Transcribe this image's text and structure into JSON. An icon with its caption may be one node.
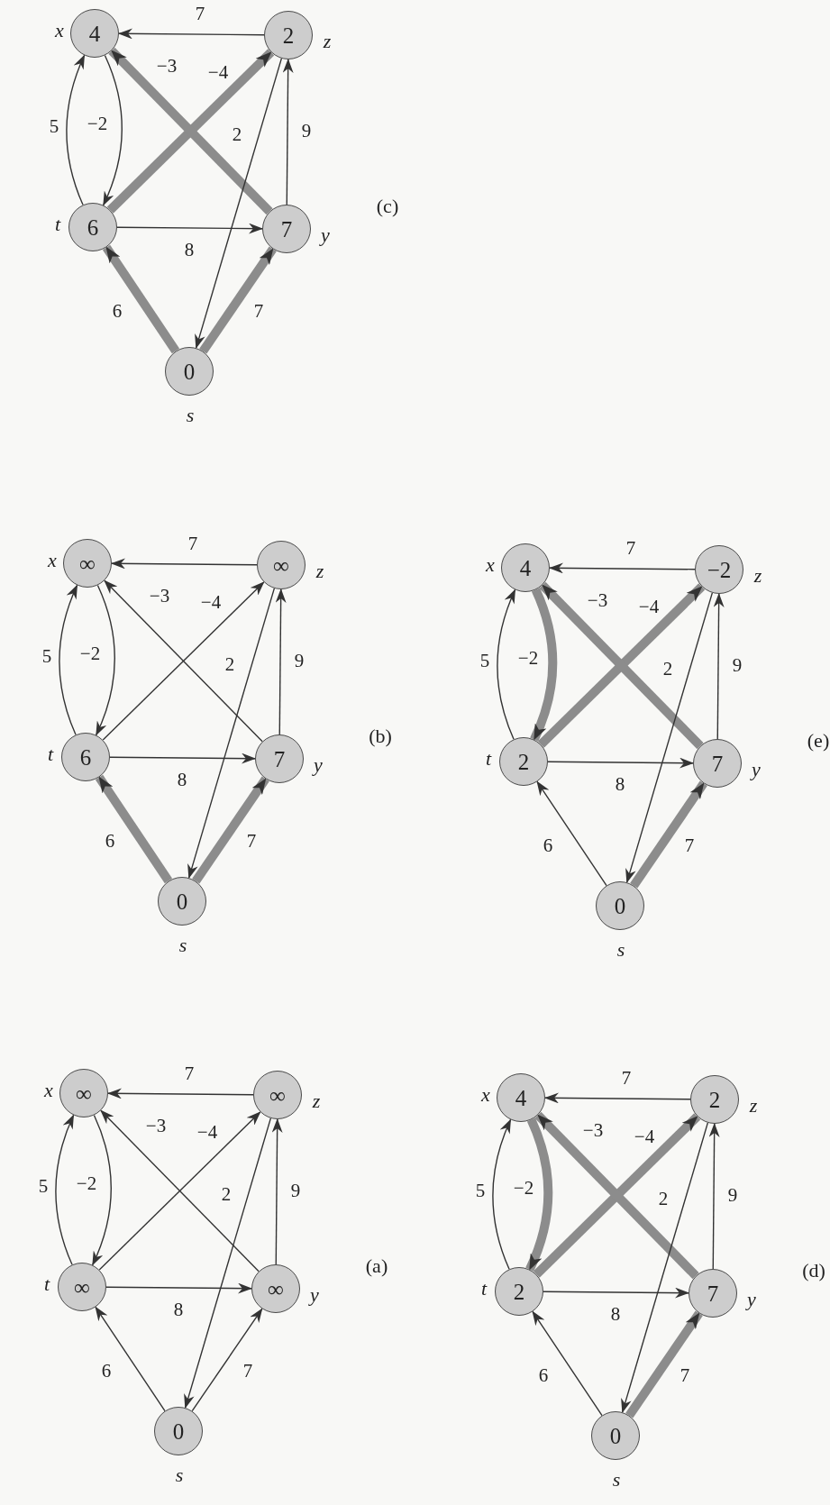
{
  "diagram": {
    "nodes": [
      {
        "text": [
          "0"
        ],
        "beside": [
          "s"
        ]
      },
      {
        "text": [
          "∞"
        ],
        "beside": [
          "t"
        ]
      },
      {
        "text": [
          "∞"
        ],
        "beside": [
          "x"
        ]
      },
      {
        "text": [
          "∞"
        ],
        "beside": [
          "y"
        ]
      },
      {
        "text": [
          "∞"
        ],
        "beside": [
          "z"
        ]
      },
      {
        "text": [
          "0"
        ],
        "beside": [
          "s"
        ]
      },
      {
        "text": [
          "6"
        ],
        "beside": [
          "t"
        ]
      },
      {
        "text": [
          "∞"
        ],
        "beside": [
          "x"
        ]
      },
      {
        "text": [
          "7"
        ],
        "beside": [
          "y"
        ]
      },
      {
        "text": [
          "∞"
        ],
        "beside": [
          "z"
        ]
      },
      {
        "text": [
          "0"
        ],
        "beside": [
          "s"
        ]
      },
      {
        "text": [
          "6"
        ],
        "beside": [
          "t"
        ]
      },
      {
        "text": [
          "4"
        ],
        "beside": [
          "x"
        ]
      },
      {
        "text": [
          "7"
        ],
        "beside": [
          "y"
        ]
      },
      {
        "text": [
          "2"
        ],
        "beside": [
          "z"
        ]
      },
      {
        "text": [
          "0"
        ],
        "beside": [
          "s"
        ]
      },
      {
        "text": [
          "2"
        ],
        "beside": [
          "t"
        ]
      },
      {
        "text": [
          "4"
        ],
        "beside": [
          "x"
        ]
      },
      {
        "text": [
          "7"
        ],
        "beside": [
          "y"
        ]
      },
      {
        "text": [
          "2"
        ],
        "beside": [
          "z"
        ]
      },
      {
        "text": [
          "0"
        ],
        "beside": [
          "s"
        ]
      },
      {
        "text": [
          "2"
        ],
        "beside": [
          "t"
        ]
      },
      {
        "text": [
          "4"
        ],
        "beside": [
          "x"
        ]
      },
      {
        "text": [
          "7"
        ],
        "beside": [
          "y"
        ]
      },
      {
        "text": [
          "−2"
        ],
        "beside": [
          "z"
        ]
      }
    ],
    "edges": [
      {
        "from": 0,
        "to": 1,
        "arrow": "to",
        "label": "6"
      },
      {
        "from": 0,
        "to": 3,
        "arrow": "to",
        "label": "7"
      },
      {
        "from": 1,
        "to": 2,
        "arrow": "to",
        "label": "5"
      },
      {
        "from": 1,
        "to": 3,
        "arrow": "to",
        "label": "8"
      },
      {
        "from": 1,
        "to": 4,
        "arrow": "to",
        "label": "−4"
      },
      {
        "from": 2,
        "to": 1,
        "arrow": "to",
        "label": "−2"
      },
      {
        "from": 3,
        "to": 2,
        "arrow": "to",
        "label": "−3"
      },
      {
        "from": 3,
        "to": 4,
        "arrow": "to",
        "label": "9"
      },
      {
        "from": 4,
        "to": 2,
        "arrow": "to",
        "label": "7"
      },
      {
        "from": 4,
        "to": 0,
        "arrow": "to",
        "label": "2"
      },
      {
        "from": 5,
        "to": 6,
        "arrow": "to",
        "label": "6",
        "style": "thick"
      },
      {
        "from": 5,
        "to": 8,
        "arrow": "to",
        "label": "7",
        "style": "thick"
      },
      {
        "from": 6,
        "to": 7,
        "arrow": "to",
        "label": "5"
      },
      {
        "from": 6,
        "to": 8,
        "arrow": "to",
        "label": "8"
      },
      {
        "from": 6,
        "to": 9,
        "arrow": "to",
        "label": "−4"
      },
      {
        "from": 7,
        "to": 6,
        "arrow": "to",
        "label": "−2"
      },
      {
        "from": 8,
        "to": 7,
        "arrow": "to",
        "label": "−3"
      },
      {
        "from": 8,
        "to": 9,
        "arrow": "to",
        "label": "9"
      },
      {
        "from": 9,
        "to": 7,
        "arrow": "to",
        "label": "7"
      },
      {
        "from": 9,
        "to": 5,
        "arrow": "to",
        "label": "2"
      },
      {
        "from": 10,
        "to": 11,
        "arrow": "to",
        "label": "6",
        "style": "thick"
      },
      {
        "from": 10,
        "to": 13,
        "arrow": "to",
        "label": "7",
        "style": "thick"
      },
      {
        "from": 11,
        "to": 12,
        "arrow": "to",
        "label": "5"
      },
      {
        "from": 11,
        "to": 13,
        "arrow": "to",
        "label": "8"
      },
      {
        "from": 11,
        "to": 14,
        "arrow": "to",
        "label": "−4",
        "style": "thick"
      },
      {
        "from": 12,
        "to": 11,
        "arrow": "to",
        "label": "−2"
      },
      {
        "from": 13,
        "to": 12,
        "arrow": "to",
        "label": "−3",
        "style": "thick"
      },
      {
        "from": 13,
        "to": 14,
        "arrow": "to",
        "label": "9"
      },
      {
        "from": 14,
        "to": 12,
        "arrow": "to",
        "label": "7"
      },
      {
        "from": 14,
        "to": 10,
        "arrow": "to",
        "label": "2"
      },
      {
        "from": 15,
        "to": 16,
        "arrow": "to",
        "label": "6"
      },
      {
        "from": 15,
        "to": 18,
        "arrow": "to",
        "label": "7",
        "style": "thick"
      },
      {
        "from": 16,
        "to": 17,
        "arrow": "to",
        "label": "5"
      },
      {
        "from": 16,
        "to": 18,
        "arrow": "to",
        "label": "8"
      },
      {
        "from": 16,
        "to": 19,
        "arrow": "to",
        "label": "−4",
        "style": "thick"
      },
      {
        "from": 17,
        "to": 16,
        "arrow": "to",
        "label": "−2",
        "style": "thick"
      },
      {
        "from": 18,
        "to": 17,
        "arrow": "to",
        "label": "−3",
        "style": "thick"
      },
      {
        "from": 18,
        "to": 19,
        "arrow": "to",
        "label": "9"
      },
      {
        "from": 19,
        "to": 17,
        "arrow": "to",
        "label": "7"
      },
      {
        "from": 19,
        "to": 15,
        "arrow": "to",
        "label": "2"
      },
      {
        "from": 20,
        "to": 21,
        "arrow": "to",
        "label": "6"
      },
      {
        "from": 20,
        "to": 23,
        "arrow": "to",
        "label": "7",
        "style": "thick"
      },
      {
        "from": 21,
        "to": 22,
        "arrow": "to",
        "label": "5"
      },
      {
        "from": 21,
        "to": 23,
        "arrow": "to",
        "label": "8"
      },
      {
        "from": 21,
        "to": 24,
        "arrow": "to",
        "label": "−4",
        "style": "thick"
      },
      {
        "from": 22,
        "to": 21,
        "arrow": "to",
        "label": "−2",
        "style": "thick"
      },
      {
        "from": 23,
        "to": 22,
        "arrow": "to",
        "label": "−3",
        "style": "thick"
      },
      {
        "from": 23,
        "to": 24,
        "arrow": "to",
        "label": "9"
      },
      {
        "from": 24,
        "to": 22,
        "arrow": "to",
        "label": "7"
      },
      {
        "from": 24,
        "to": 20,
        "arrow": "to",
        "label": "2"
      }
    ],
    "labels": [
      "(a)",
      "(b)",
      "(c)",
      "(d)",
      "(e)"
    ]
  }
}
